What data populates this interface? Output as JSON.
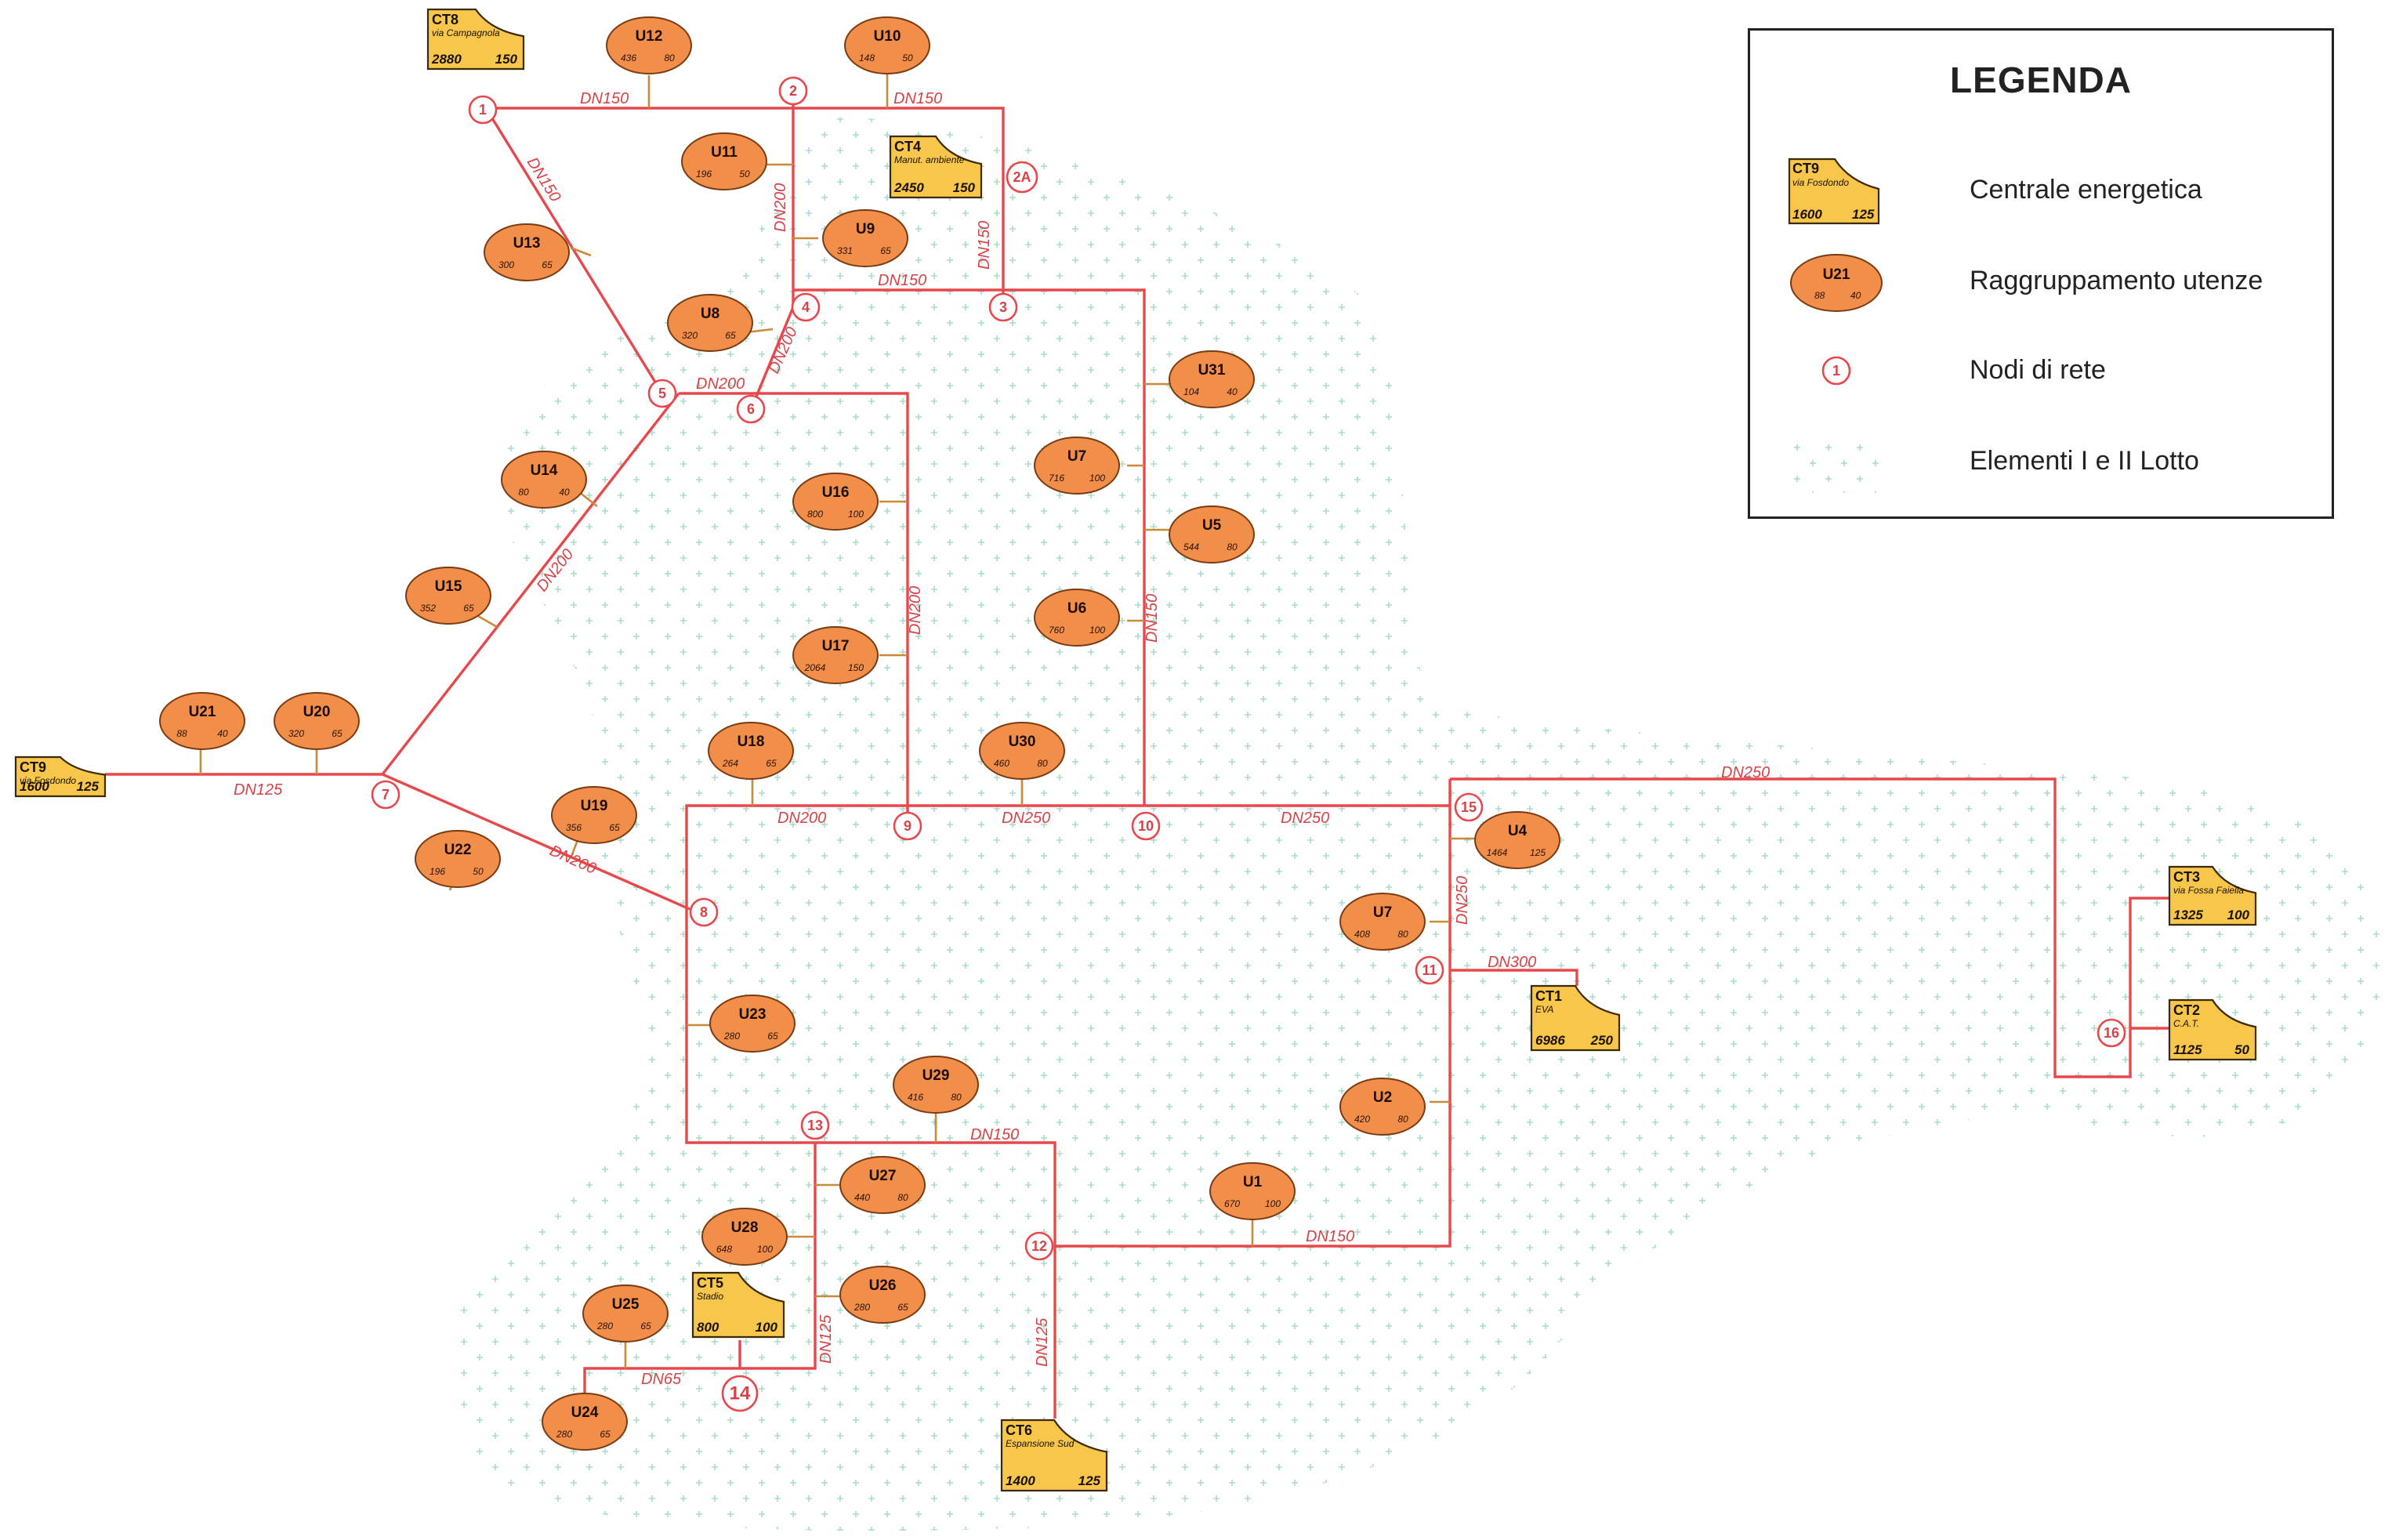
{
  "colors": {
    "pipe": "#e8484c",
    "utenza": "#f08e4a",
    "centrale": "#f7c64a",
    "lotto_dots": "#9fd8c4"
  },
  "legend": {
    "title": "LEGENDA",
    "items": [
      {
        "label": "Centrale energetica",
        "sample_name": "CT9",
        "sample_sub": "via Fosdondo",
        "sample_v1": "1600",
        "sample_v2": "125"
      },
      {
        "label": "Raggruppamento utenze",
        "sample_name": "U21",
        "sample_v1": "88",
        "sample_v2": "40"
      },
      {
        "label": "Nodi di rete",
        "sample_node": "1"
      },
      {
        "label": "Elementi I e II Lotto"
      }
    ]
  },
  "centrali": [
    {
      "id": "ct8",
      "name": "CT8",
      "sub": "via Campagnola",
      "v1": "2880",
      "v2": "150"
    },
    {
      "id": "ct4",
      "name": "CT4",
      "sub": "Manut. ambiente",
      "v1": "2450",
      "v2": "150"
    },
    {
      "id": "ct9",
      "name": "CT9",
      "sub": "via Fosdondo",
      "v1": "1600",
      "v2": "125"
    },
    {
      "id": "ct1",
      "name": "CT1",
      "sub": "EVA",
      "v1": "6986",
      "v2": "250"
    },
    {
      "id": "ct3",
      "name": "CT3",
      "sub": "via Fossa Faiella",
      "v1": "1325",
      "v2": "100"
    },
    {
      "id": "ct2",
      "name": "CT2",
      "sub": "C.A.T.",
      "v1": "1125",
      "v2": "50"
    },
    {
      "id": "ct5",
      "name": "CT5",
      "sub": "Stadio",
      "v1": "800",
      "v2": "100"
    },
    {
      "id": "ct6",
      "name": "CT6",
      "sub": "Espansione Sud",
      "v1": "1400",
      "v2": "125"
    }
  ],
  "utenze": [
    {
      "name": "U12",
      "v1": "436",
      "v2": "80"
    },
    {
      "name": "U10",
      "v1": "148",
      "v2": "50"
    },
    {
      "name": "U11",
      "v1": "196",
      "v2": "50"
    },
    {
      "name": "U9",
      "v1": "331",
      "v2": "65"
    },
    {
      "name": "U13",
      "v1": "300",
      "v2": "65"
    },
    {
      "name": "U8",
      "v1": "320",
      "v2": "65"
    },
    {
      "name": "U31",
      "v1": "104",
      "v2": "40"
    },
    {
      "name": "U7",
      "v1": "716",
      "v2": "100"
    },
    {
      "name": "U5",
      "v1": "544",
      "v2": "80"
    },
    {
      "name": "U6",
      "v1": "760",
      "v2": "100"
    },
    {
      "name": "U14",
      "v1": "80",
      "v2": "40"
    },
    {
      "name": "U16",
      "v1": "800",
      "v2": "100"
    },
    {
      "name": "U17",
      "v1": "2064",
      "v2": "150"
    },
    {
      "name": "U15",
      "v1": "352",
      "v2": "65"
    },
    {
      "name": "U21",
      "v1": "88",
      "v2": "40"
    },
    {
      "name": "U20",
      "v1": "320",
      "v2": "65"
    },
    {
      "name": "U18",
      "v1": "264",
      "v2": "65"
    },
    {
      "name": "U30",
      "v1": "460",
      "v2": "80"
    },
    {
      "name": "U19",
      "v1": "356",
      "v2": "65"
    },
    {
      "name": "U22",
      "v1": "196",
      "v2": "50"
    },
    {
      "name": "U4",
      "v1": "1464",
      "v2": "125"
    },
    {
      "name": "U7",
      "v1": "408",
      "v2": "80"
    },
    {
      "name": "U23",
      "v1": "280",
      "v2": "65"
    },
    {
      "name": "U29",
      "v1": "416",
      "v2": "80"
    },
    {
      "name": "U2",
      "v1": "420",
      "v2": "80"
    },
    {
      "name": "U27",
      "v1": "440",
      "v2": "80"
    },
    {
      "name": "U1",
      "v1": "670",
      "v2": "100"
    },
    {
      "name": "U28",
      "v1": "648",
      "v2": "100"
    },
    {
      "name": "U26",
      "v1": "280",
      "v2": "65"
    },
    {
      "name": "U25",
      "v1": "280",
      "v2": "65"
    },
    {
      "name": "U24",
      "v1": "280",
      "v2": "65"
    }
  ],
  "nodes": [
    "1",
    "2",
    "2A",
    "3",
    "4",
    "5",
    "6",
    "7",
    "8",
    "9",
    "10",
    "11",
    "12",
    "13",
    "14",
    "15",
    "16"
  ],
  "pipe_labels": [
    "DN150",
    "DN150",
    "DN150",
    "DN200",
    "DN150",
    "DN150",
    "DN200",
    "DN200",
    "DN200",
    "DN200",
    "DN125",
    "DN200",
    "DN200",
    "DN250",
    "DN250",
    "DN250",
    "DN150",
    "DN250",
    "DN300",
    "DN150",
    "DN150",
    "DN125",
    "DN125",
    "DN65"
  ]
}
